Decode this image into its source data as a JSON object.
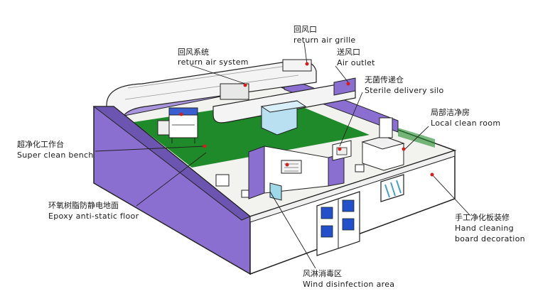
{
  "labels": {
    "return_air_system": {
      "zh": "回风系统",
      "en": "return air system"
    },
    "return_air_grille": {
      "zh": "回风口",
      "en": "return air grille"
    },
    "air_outlet": {
      "zh": "送风口",
      "en": "Air outlet"
    },
    "sterile_silo": {
      "zh": "无菌传递仓",
      "en": "Sterile delivery silo"
    },
    "local_clean_room": {
      "zh": "局部洁净房",
      "en": "Local clean room"
    },
    "super_clean_bench": {
      "zh": "超净化工作台",
      "en": "Super clean bench"
    },
    "epoxy_floor": {
      "zh": "环氧树脂防静电地面",
      "en": "Epoxy anti-static floor"
    },
    "hand_cleaning_board": {
      "zh": "手工净化板装修",
      "en": "Hand cleaning",
      "en2": "board decoration"
    },
    "wind_disinfection": {
      "zh": "风淋消毒区",
      "en": "Wind disinfection area"
    }
  },
  "colors": {
    "wall_purple": "#8a6fd0",
    "wall_purple_dark": "#6b55b0",
    "floor_green": "#1f8a2a",
    "floor_light": "#f2f2ee",
    "wall_white": "#ffffff",
    "duct": "#f4f4f4",
    "outline": "#222222",
    "marker_red": "#d0201a",
    "door_blue": "#2350c8",
    "window_teal": "#4aa0c0"
  }
}
